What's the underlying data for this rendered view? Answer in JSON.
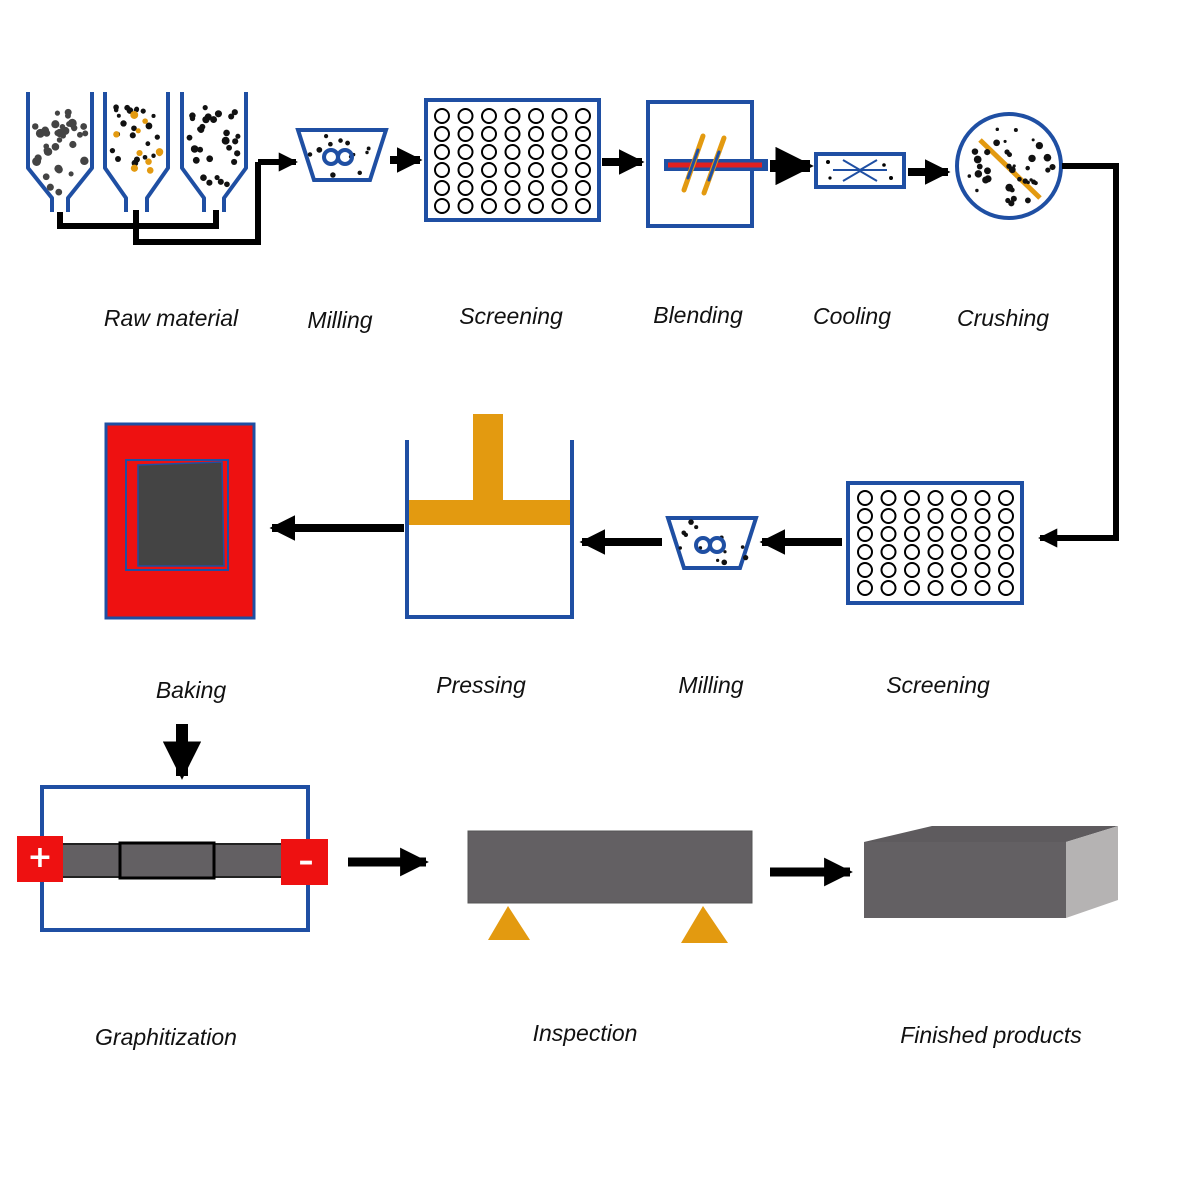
{
  "steps": {
    "raw_material": "Raw material",
    "milling_1": "Milling",
    "screening_1": "Screening",
    "blending": "Blending",
    "cooling": "Cooling",
    "crushing": "Crushing",
    "screening_2": "Screening",
    "milling_2": "Milling",
    "pressing": "Pressing",
    "baking": "Baking",
    "graphitization": "Graphitization",
    "inspection": "Inspection",
    "finished_products": "Finished products"
  },
  "electrodes": {
    "positive": "+",
    "negative": "–"
  },
  "colors": {
    "frame_blue": "#1f4fa3",
    "arrow_black": "#000000",
    "accent_orange": "#e39a10",
    "heater_red": "#ee1111",
    "graphite_gray": "#636063",
    "graphite_dark": "#444444",
    "graphite_light_side": "#b5b3b3"
  }
}
